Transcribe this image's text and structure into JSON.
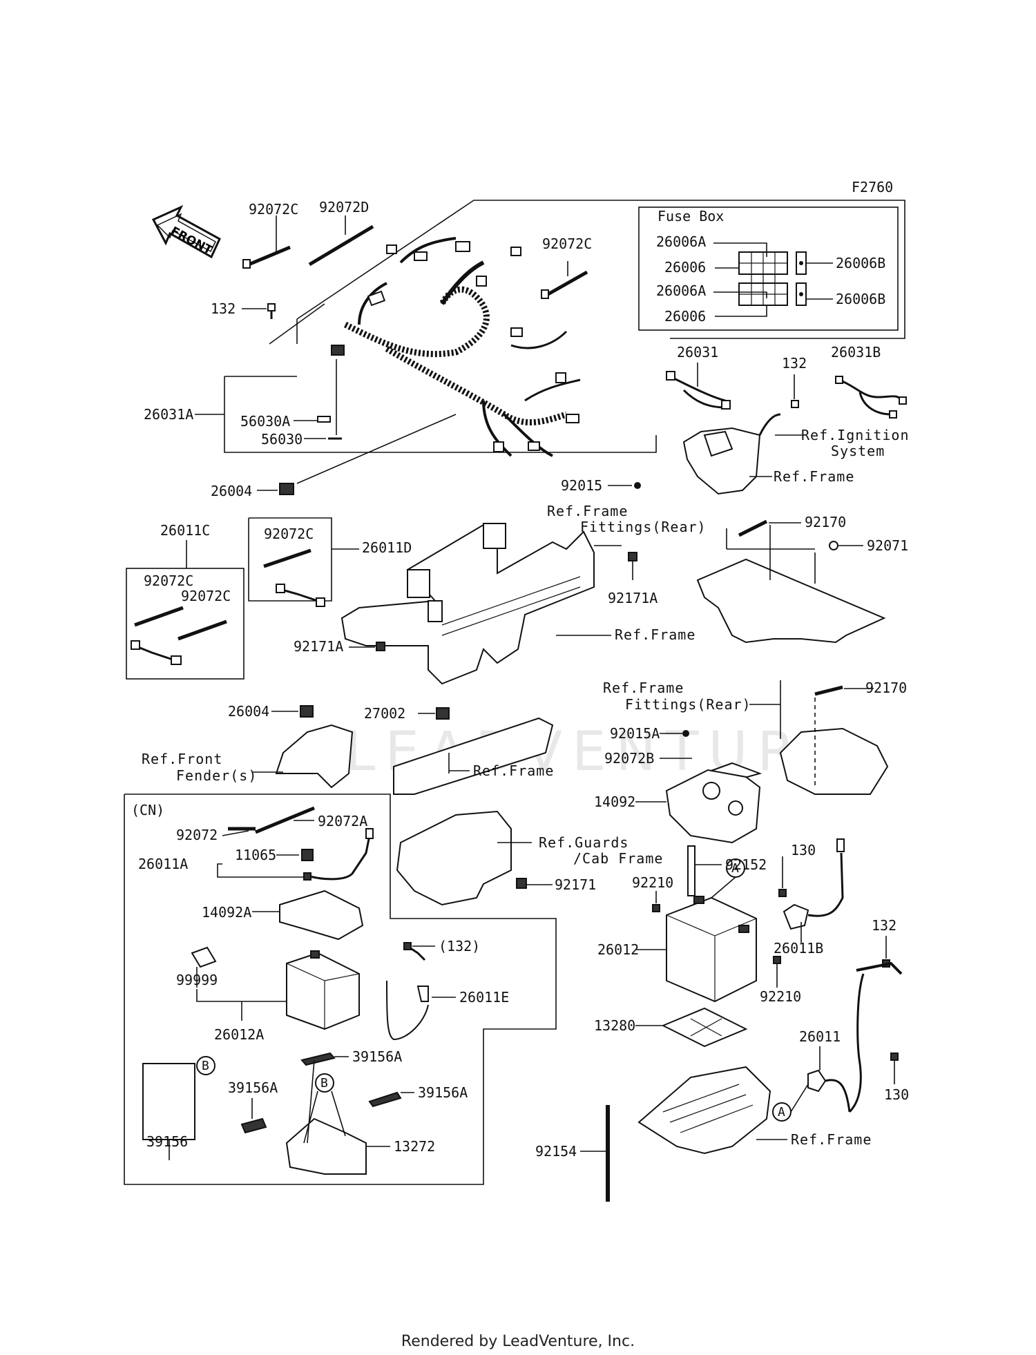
{
  "diagram_code": "F2760",
  "footer": "Rendered by LeadVenture, Inc.",
  "watermark": "LEADVENTURE",
  "front_arrow": "FRONT",
  "fuse_box": {
    "title": "Fuse Box",
    "left_labels": [
      "26006A",
      "26006",
      "26006A",
      "26006"
    ],
    "right_labels": [
      "26006B",
      "26006B"
    ]
  },
  "cn_region": "(CN)",
  "callouts": {
    "a": "A",
    "b": "B"
  },
  "parts": {
    "p1": "92072C",
    "p2": "92072D",
    "p3": "92072C",
    "p4": "132",
    "p5": "26031A",
    "p6": "56030A",
    "p7": "56030",
    "p8": "26004",
    "p9": "92015",
    "p10": "26031",
    "p11": "132",
    "p12": "26031B",
    "p13": "26011C",
    "p14": "92072C",
    "p15": "92072C",
    "p16": "92072C",
    "p17": "26011D",
    "p18": "92171A",
    "p19": "92171A",
    "p20": "92170",
    "p21": "92071",
    "p22": "26004",
    "p23": "27002",
    "p24": "92170",
    "p25": "92015A",
    "p26": "92072B",
    "p27": "14092",
    "p28": "92171",
    "p29": "92072",
    "p30": "92072A",
    "p31": "11065",
    "p32": "26011A",
    "p33": "14092A",
    "p34": "99999",
    "p35": "(132)",
    "p36": "26011E",
    "p37": "26012A",
    "p38": "39156A",
    "p39": "39156A",
    "p40": "39156A",
    "p41": "39156",
    "p42": "13272",
    "p43": "130",
    "p44": "92152",
    "p45": "92210",
    "p46": "26011B",
    "p47": "26012",
    "p48": "92210",
    "p49": "132",
    "p50": "13280",
    "p51": "26011",
    "p52": "130",
    "p53": "92154"
  },
  "refs": {
    "r1a": "Ref.Ignition",
    "r1b": "System",
    "r2": "Ref.Frame",
    "r3a": "Ref.Frame",
    "r3b": "Fittings(Rear)",
    "r4": "Ref.Frame",
    "r5a": "Ref.Frame",
    "r5b": "Fittings(Rear)",
    "r6a": "Ref.Front",
    "r6b": "Fender(s)",
    "r7": "Ref.Frame",
    "r8a": "Ref.Guards",
    "r8b": "/Cab Frame",
    "r9": "Ref.Frame"
  }
}
